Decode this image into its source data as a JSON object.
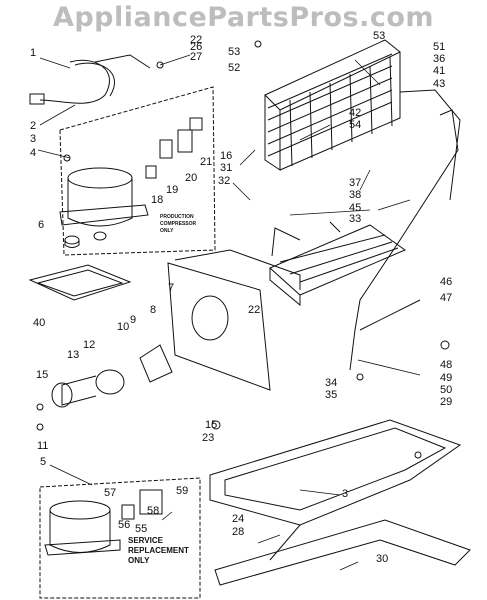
{
  "watermark": "AppliancePartsPros.com",
  "callouts": {
    "c1": "1",
    "c2a": "2",
    "c3a": "3",
    "c4": "4",
    "c5": "5",
    "c6": "6",
    "c7": "7",
    "c8": "8",
    "c9": "9",
    "c10": "10",
    "c11": "11",
    "c12": "12",
    "c13": "13",
    "c15a": "15",
    "c15b": "15",
    "c16": "16",
    "c18": "18",
    "c19": "19",
    "c20": "20",
    "c21": "21",
    "c22a": "22",
    "c22b": "22",
    "c23": "23",
    "c24": "24",
    "c26": "26",
    "c27": "27",
    "c28": "28",
    "c29": "29",
    "c30": "30",
    "c31": "31",
    "c32": "32",
    "c33": "33",
    "c34": "34",
    "c35": "35",
    "c36": "36",
    "c37": "37",
    "c38": "38",
    "c40": "40",
    "c41": "41",
    "c42": "42",
    "c43": "43",
    "c45": "45",
    "c46": "46",
    "c47": "47",
    "c48": "48",
    "c49": "49",
    "c50": "50",
    "c51": "51",
    "c52": "52",
    "c53a": "53",
    "c53b": "53",
    "c54": "54",
    "c55": "55",
    "c56": "56",
    "c57": "57",
    "c58": "58",
    "c59": "59",
    "c3b": "3"
  },
  "notes": {
    "production_line1": "PRODUCTION",
    "production_line2": "COMPRESSOR",
    "production_line3": "ONLY",
    "service_line1": "SERVICE",
    "service_line2": "REPLACEMENT",
    "service_line3": "ONLY"
  }
}
